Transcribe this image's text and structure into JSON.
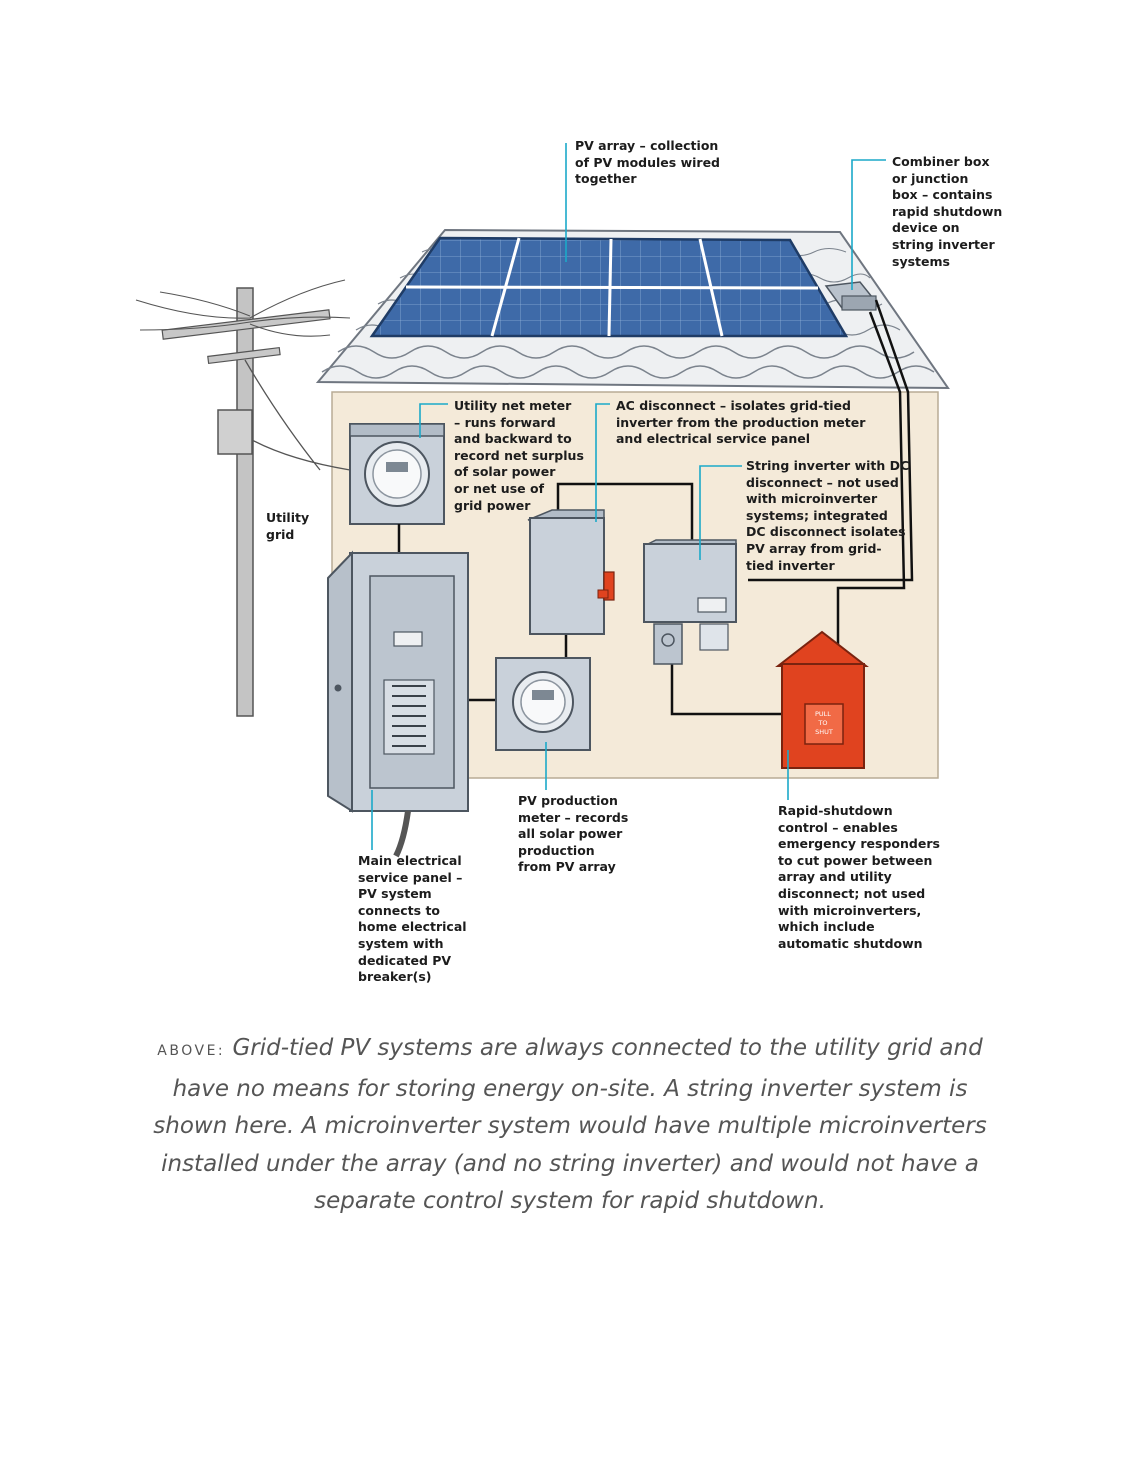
{
  "colors": {
    "leader_line": "#1ba9c9",
    "wall": "#f4ead9",
    "panel_blue": "#3e6aa8",
    "shutdown_red": "#e0431f",
    "equipment_gray": "#cfd6de"
  },
  "labels": {
    "pv_array": "PV array – collection\nof PV modules wired\ntogether",
    "combiner_box": "Combiner box\nor junction\nbox – contains\nrapid shutdown\ndevice on\nstring inverter\nsystems",
    "utility_net_meter": "Utility net meter\n– runs forward\nand backward to\nrecord net surplus\nof solar power\nor net use of\ngrid power",
    "ac_disconnect": "AC disconnect – isolates grid-tied\ninverter from the production meter\nand electrical service panel",
    "string_inverter": "String inverter with DC\ndisconnect – not used\nwith microinverter\nsystems; integrated\nDC disconnect isolates\nPV array from grid-\ntied inverter",
    "utility_grid": "Utility\ngrid",
    "pv_production_meter": "PV production\nmeter – records\nall solar power\nproduction\nfrom PV array",
    "main_panel": "Main electrical\nservice panel –\nPV system\nconnects to\nhome electrical\nsystem with\ndedicated PV\nbreaker(s)",
    "rapid_shutdown": "Rapid-shutdown\ncontrol – enables\nemergency responders\nto cut power between\narray and utility\ndisconnect; not used\nwith microinverters,\nwhich include\nautomatic shutdown",
    "shutdown_box_text": "PULL\nTO\nSHUT"
  },
  "caption": {
    "lead": "ABOVE:",
    "text": "Grid-tied PV systems are always connected to the utility grid and have no means for storing energy on-site. A string inverter system is shown here. A microinverter system would have multiple microinverters installed under the array (and no string inverter) and would not have a separate control system for rapid shutdown."
  }
}
